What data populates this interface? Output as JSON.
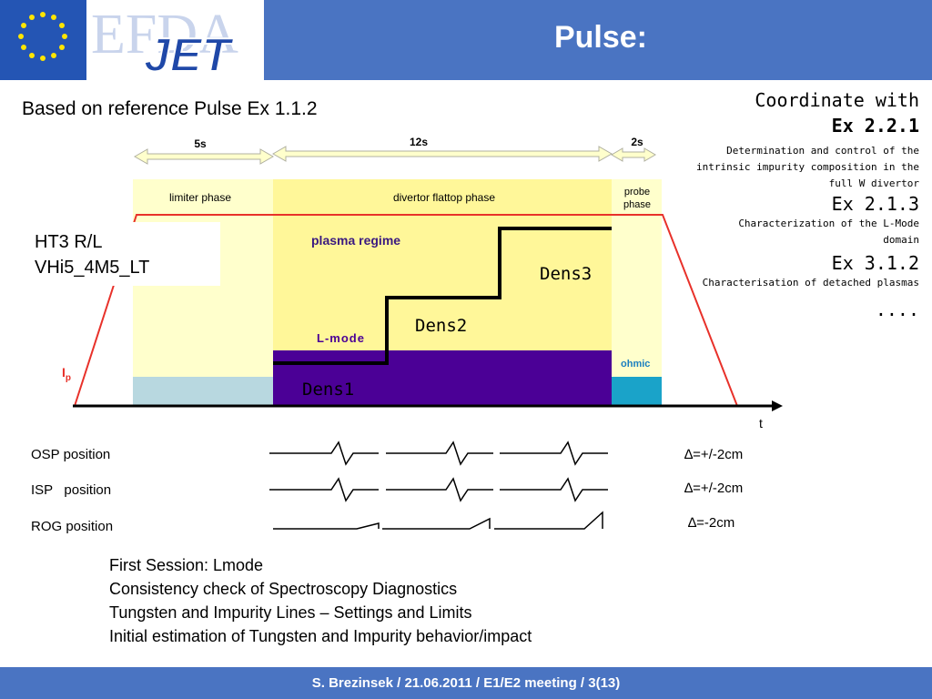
{
  "header": {
    "title": "Pulse:",
    "logo_text_efda": "EFDA",
    "logo_text_jet": "JET",
    "colors": {
      "bar": "#4a74c2",
      "jet": "#1f48a8"
    }
  },
  "subtitle": "Based on reference Pulse Ex 1.1.2",
  "ht3": {
    "line1": "HT3 R/L",
    "line2": "VHi5_4M5_LT"
  },
  "coordinate": {
    "heading1": "Coordinate with",
    "heading2": "Ex 2.2.1",
    "items": [
      {
        "code": "",
        "desc_lines": [
          "Determination and control of the",
          "intrinsic impurity composition in the",
          "full W divertor"
        ]
      },
      {
        "code": "Ex 2.1.3",
        "desc_lines": [
          "Characterization of the L-Mode",
          "domain"
        ]
      },
      {
        "code": "Ex 3.1.2",
        "desc_lines": [
          "Characterisation of detached plasmas"
        ]
      }
    ],
    "ellipsis": "...."
  },
  "diagram": {
    "durations": {
      "first": "5s",
      "second": "12s",
      "third": "2s"
    },
    "phases": {
      "limiter": "limiter phase",
      "divertor": "divertor flattop phase",
      "probe_line1": "probe",
      "probe_line2": "phase"
    },
    "plasma_regime": "plasma regime",
    "lmode": "L-mode",
    "ohmic": "ohmic",
    "dens": [
      "Dens1",
      "Dens2",
      "Dens3"
    ],
    "ip_label": "I",
    "ip_sub": "p",
    "t_label": "t",
    "colors": {
      "yellow_light": "#ffffcc",
      "yellow": "#fff799",
      "purple": "#4b0096",
      "lightblue": "#b8d8e0",
      "cyan": "#1aa3c9",
      "red": "#e8312a"
    }
  },
  "positions": [
    {
      "label": "OSP position",
      "delta": "∆=+/-2cm"
    },
    {
      "label": "ISP   position",
      "delta": "∆=+/-2cm"
    },
    {
      "label": "ROG position",
      "delta": "∆=-2cm"
    }
  ],
  "session": [
    "First Session: Lmode",
    "Consistency check of Spectroscopy Diagnostics",
    "Tungsten and Impurity Lines – Settings and Limits",
    "Initial estimation of Tungsten and Impurity behavior/impact"
  ],
  "footer": "S. Brezinsek / 21.06.2011 / E1/E2 meeting / 3(13)"
}
